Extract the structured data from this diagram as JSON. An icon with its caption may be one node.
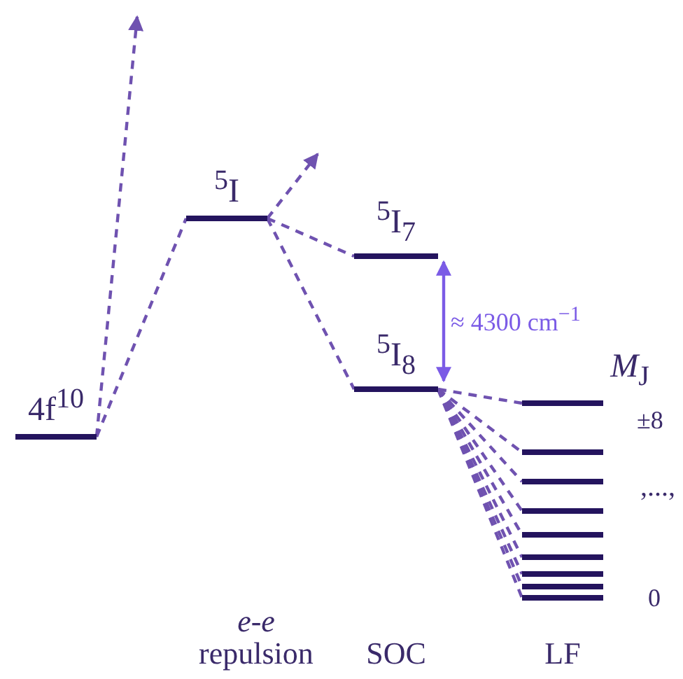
{
  "diagram": {
    "nodes": [
      {
        "text": [
          "4f$^{10}$"
        ]
      },
      {
        "text": [
          "$^{5}$I"
        ]
      },
      {
        "text": [
          "$^{5}$I$_{7}$"
        ]
      },
      {
        "text": [
          "$^{5}$I$_{8}$"
        ]
      },
      {
        "text": [],
        "shape": "bar",
        "beside": [
          "±8"
        ]
      },
      {
        "text": [],
        "shape": "bar"
      },
      {
        "text": [],
        "shape": "bar"
      },
      {
        "text": [],
        "shape": "bar"
      },
      {
        "text": [],
        "shape": "bar"
      },
      {
        "text": [],
        "shape": "bar"
      },
      {
        "text": [],
        "shape": "bar"
      },
      {
        "text": [],
        "shape": "bar"
      },
      {
        "text": [],
        "shape": "bar",
        "beside": [
          "0"
        ]
      }
    ],
    "edges": [
      {
        "from": 0,
        "to": null,
        "arrow": "to",
        "style": "dashed"
      },
      {
        "from": 0,
        "to": 1,
        "arrow": "none",
        "style": "dashed"
      },
      {
        "from": 1,
        "to": null,
        "arrow": "to",
        "style": "dashed"
      },
      {
        "from": 1,
        "to": 2,
        "arrow": "none",
        "style": "dashed"
      },
      {
        "from": 1,
        "to": 3,
        "arrow": "none",
        "style": "dashed"
      },
      {
        "from": 2,
        "to": 3,
        "arrow": "both",
        "label": "≈ 4300 cm$^{−1}$",
        "color": "#7b5be6"
      },
      {
        "from": 3,
        "to": 4,
        "arrow": "none",
        "style": "dashed"
      },
      {
        "from": 3,
        "to": 5,
        "arrow": "none",
        "style": "dashed"
      },
      {
        "from": 3,
        "to": 6,
        "arrow": "none",
        "style": "dashed"
      },
      {
        "from": 3,
        "to": 7,
        "arrow": "none",
        "style": "dashed"
      },
      {
        "from": 3,
        "to": 8,
        "arrow": "none",
        "style": "dashed"
      },
      {
        "from": 3,
        "to": 9,
        "arrow": "none",
        "style": "dashed"
      },
      {
        "from": 3,
        "to": 10,
        "arrow": "none",
        "style": "dashed"
      },
      {
        "from": 3,
        "to": 11,
        "arrow": "none",
        "style": "dashed"
      },
      {
        "from": 3,
        "to": 12,
        "arrow": "none",
        "style": "dashed"
      }
    ],
    "labels": [
      "*e*-*e* repulsion",
      "SOC",
      "LF",
      "*M*$_{J}$",
      ",...,"
    ]
  }
}
